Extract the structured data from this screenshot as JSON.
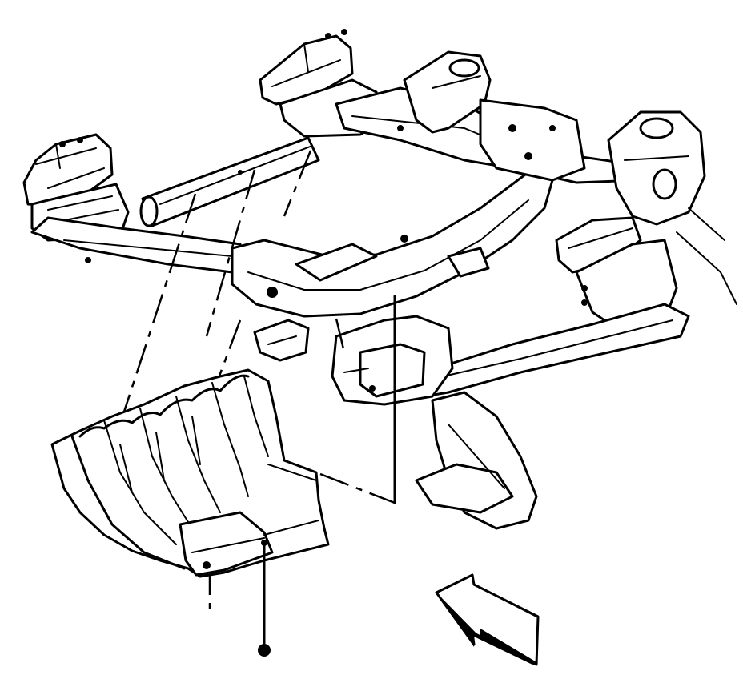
{
  "diagram": {
    "parts": [
      {
        "id": "frame",
        "icon": "vehicle-frame-icon"
      },
      {
        "id": "skid-plate",
        "icon": "skid-plate-icon"
      },
      {
        "id": "bolt",
        "icon": "bolt-icon"
      },
      {
        "id": "direction-arrow",
        "icon": "arrow-icon"
      }
    ],
    "colors": {
      "line": "#000000",
      "background": "#ffffff"
    }
  }
}
